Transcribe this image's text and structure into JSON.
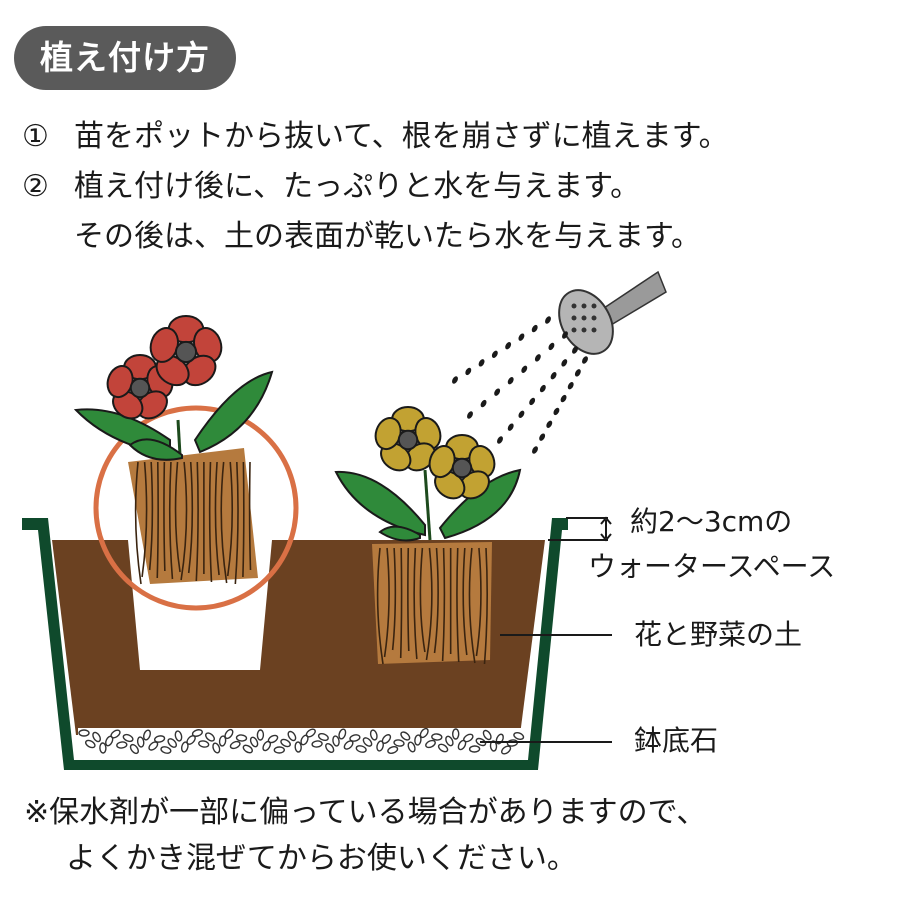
{
  "header": {
    "title": "植え付け方"
  },
  "steps": [
    {
      "num": "①",
      "lines": [
        "苗をポットから抜いて、根を崩さずに植えます。"
      ]
    },
    {
      "num": "②",
      "lines": [
        "植え付け後に、たっぷりと水を与えます。",
        "その後は、土の表面が乾いたら水を与えます。"
      ]
    }
  ],
  "labels": {
    "water_space_line1": "約2～3cmの",
    "water_space_line2": "ウォータースペース",
    "soil": "花と野菜の土",
    "stones": "鉢底石"
  },
  "note": {
    "line1": "※保水剤が一部に偏っている場合がありますので、",
    "line2": "よくかき混ぜてからお使いください。"
  },
  "colors": {
    "badge": "#5a5a5a",
    "pot": "#0f4a2c",
    "soil": "#6b4121",
    "root": "#b57a3e",
    "red_flower": "#c2443a",
    "yellow_flower": "#c2a232",
    "leaf": "#2f8a3a",
    "highlight_circle": "#d97045",
    "watering_can": "#9a9a9a"
  }
}
